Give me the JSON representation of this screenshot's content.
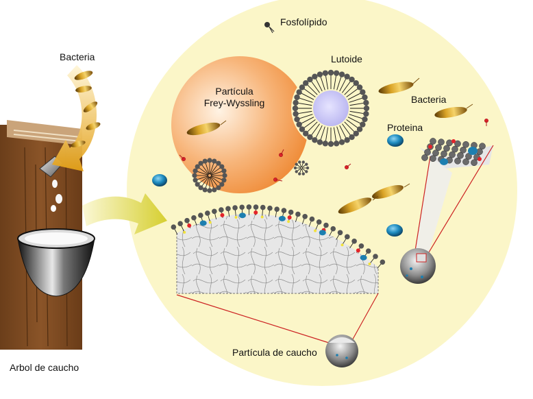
{
  "labels": {
    "bacteria_left": "Bacteria",
    "fosfolipido": "Fosfolípido",
    "lutoide": "Lutoide",
    "frey_line1": "Partícula",
    "frey_line2": "Frey-Wyssling",
    "bacteria_right": "Bacteria",
    "proteina": "Proteina",
    "particula_caucho": "Partícula de caucho",
    "arbol": "Arbol de caucho"
  },
  "colors": {
    "cell_background": "#fbf6c8",
    "tree_bark": "#7a4a22",
    "frey_particle": "#f39a4c",
    "lutoide_core": "#c9c6f5",
    "protein": "#1d7fb0",
    "bacteria": "#c8901a",
    "arrow": "#d9d23a",
    "zoom_line": "#cc2222"
  }
}
